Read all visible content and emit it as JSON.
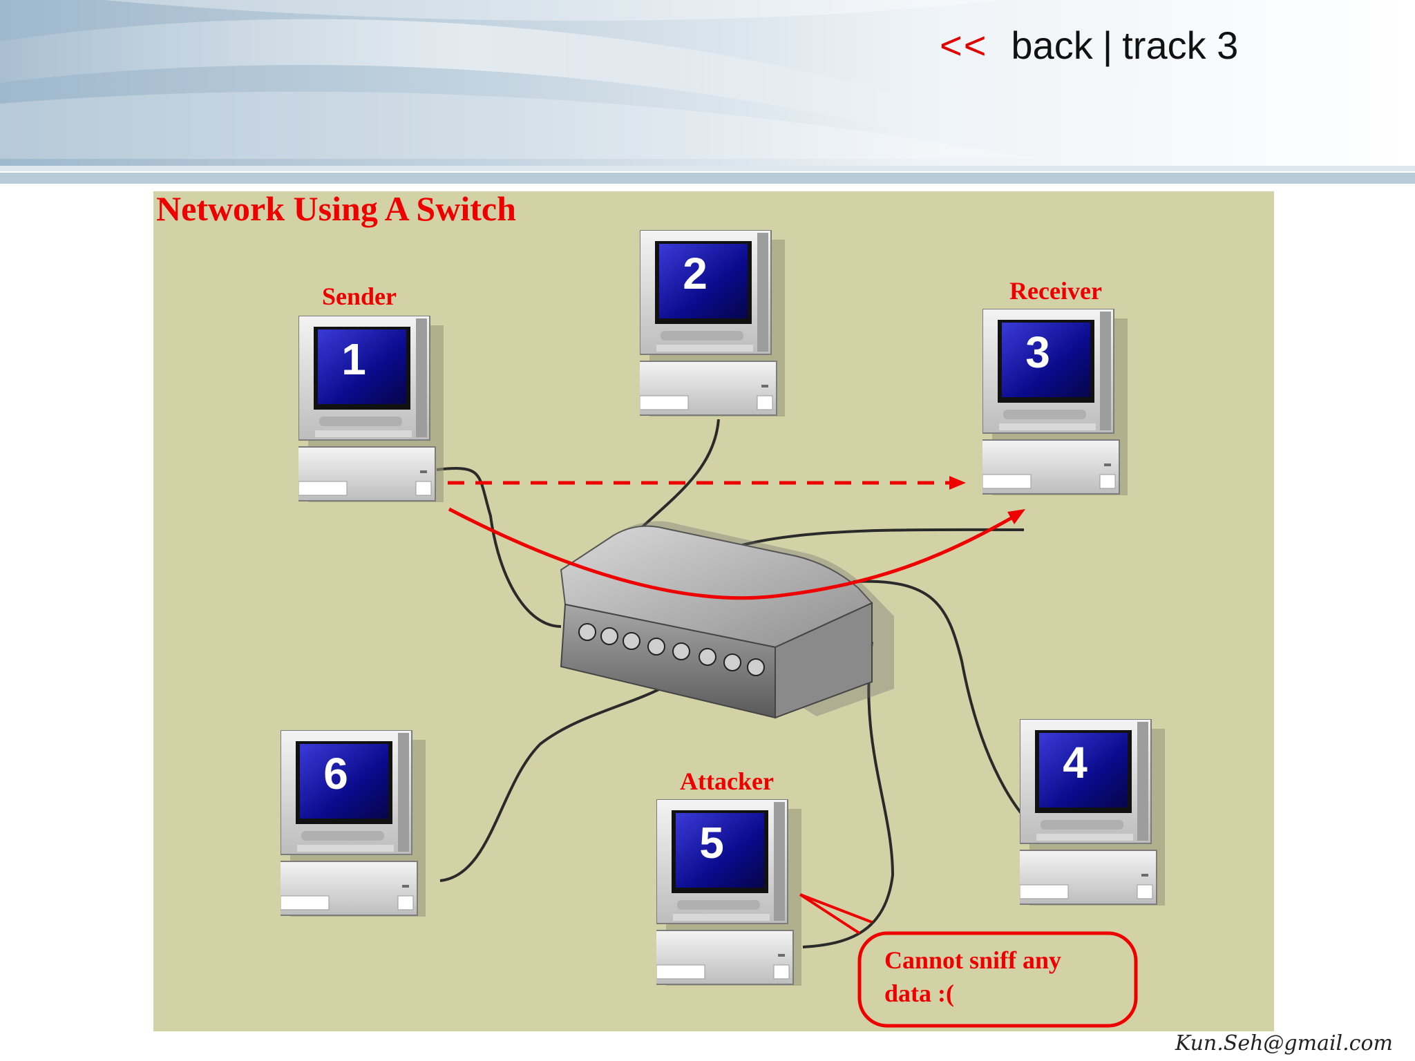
{
  "nav": {
    "back_arrows": "<<",
    "back_label": "back",
    "separator": "|",
    "track_label": "track 3"
  },
  "diagram": {
    "title": "Network Using A Switch",
    "computers": [
      {
        "number": "1",
        "label": "Sender"
      },
      {
        "number": "2",
        "label": ""
      },
      {
        "number": "3",
        "label": "Receiver"
      },
      {
        "number": "4",
        "label": ""
      },
      {
        "number": "5",
        "label": "Attacker"
      },
      {
        "number": "6",
        "label": ""
      }
    ],
    "callout": {
      "line1": "Cannot sniff any",
      "line2": "data  :("
    },
    "colors": {
      "background": "#d3d2a7",
      "accent": "#ee0000",
      "screen": "#0a0a8c",
      "cable": "#2a2a2a"
    }
  },
  "footer": {
    "credit": "Kun.Seh@gmail.com"
  }
}
